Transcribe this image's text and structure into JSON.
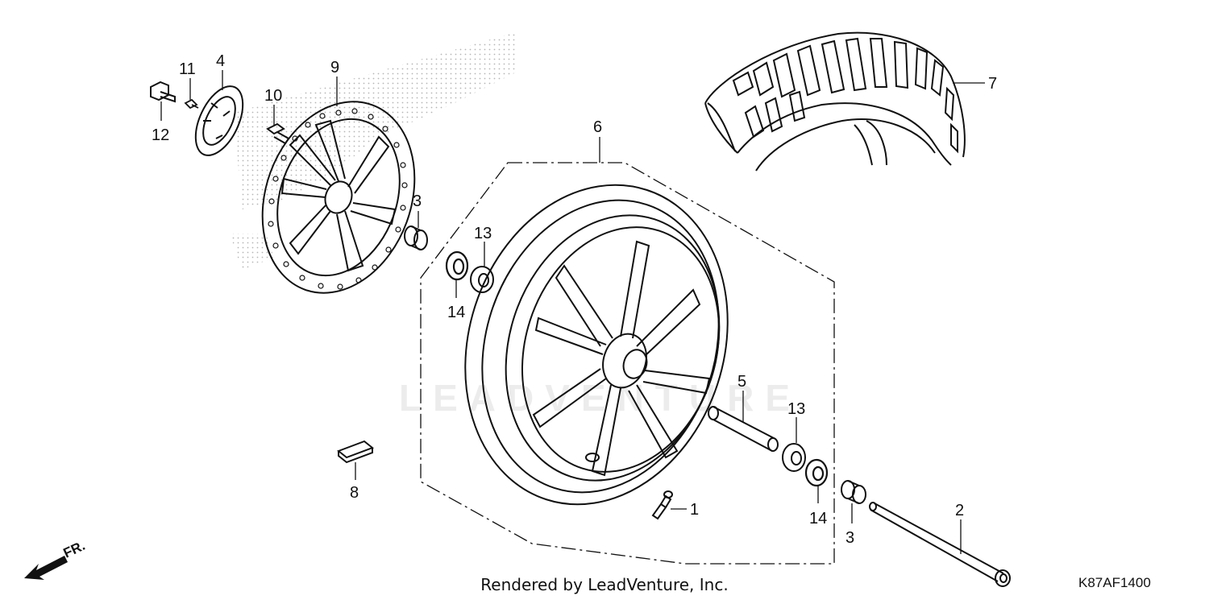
{
  "watermark": "LEADVENTURE",
  "credit": "Rendered by LeadVenture, Inc.",
  "diagram_code": "K87AF1400",
  "direction_label": "FR.",
  "callouts": {
    "c1": "1",
    "c2": "2",
    "c3a": "3",
    "c3b": "3",
    "c4": "4",
    "c5": "5",
    "c6": "6",
    "c7": "7",
    "c8": "8",
    "c9": "9",
    "c10": "10",
    "c11": "11",
    "c12": "12",
    "c13a": "13",
    "c13b": "13",
    "c14a": "14",
    "c14b": "14"
  },
  "colors": {
    "line": "#111111",
    "shade": "#c8c8c8",
    "background": "#ffffff"
  }
}
